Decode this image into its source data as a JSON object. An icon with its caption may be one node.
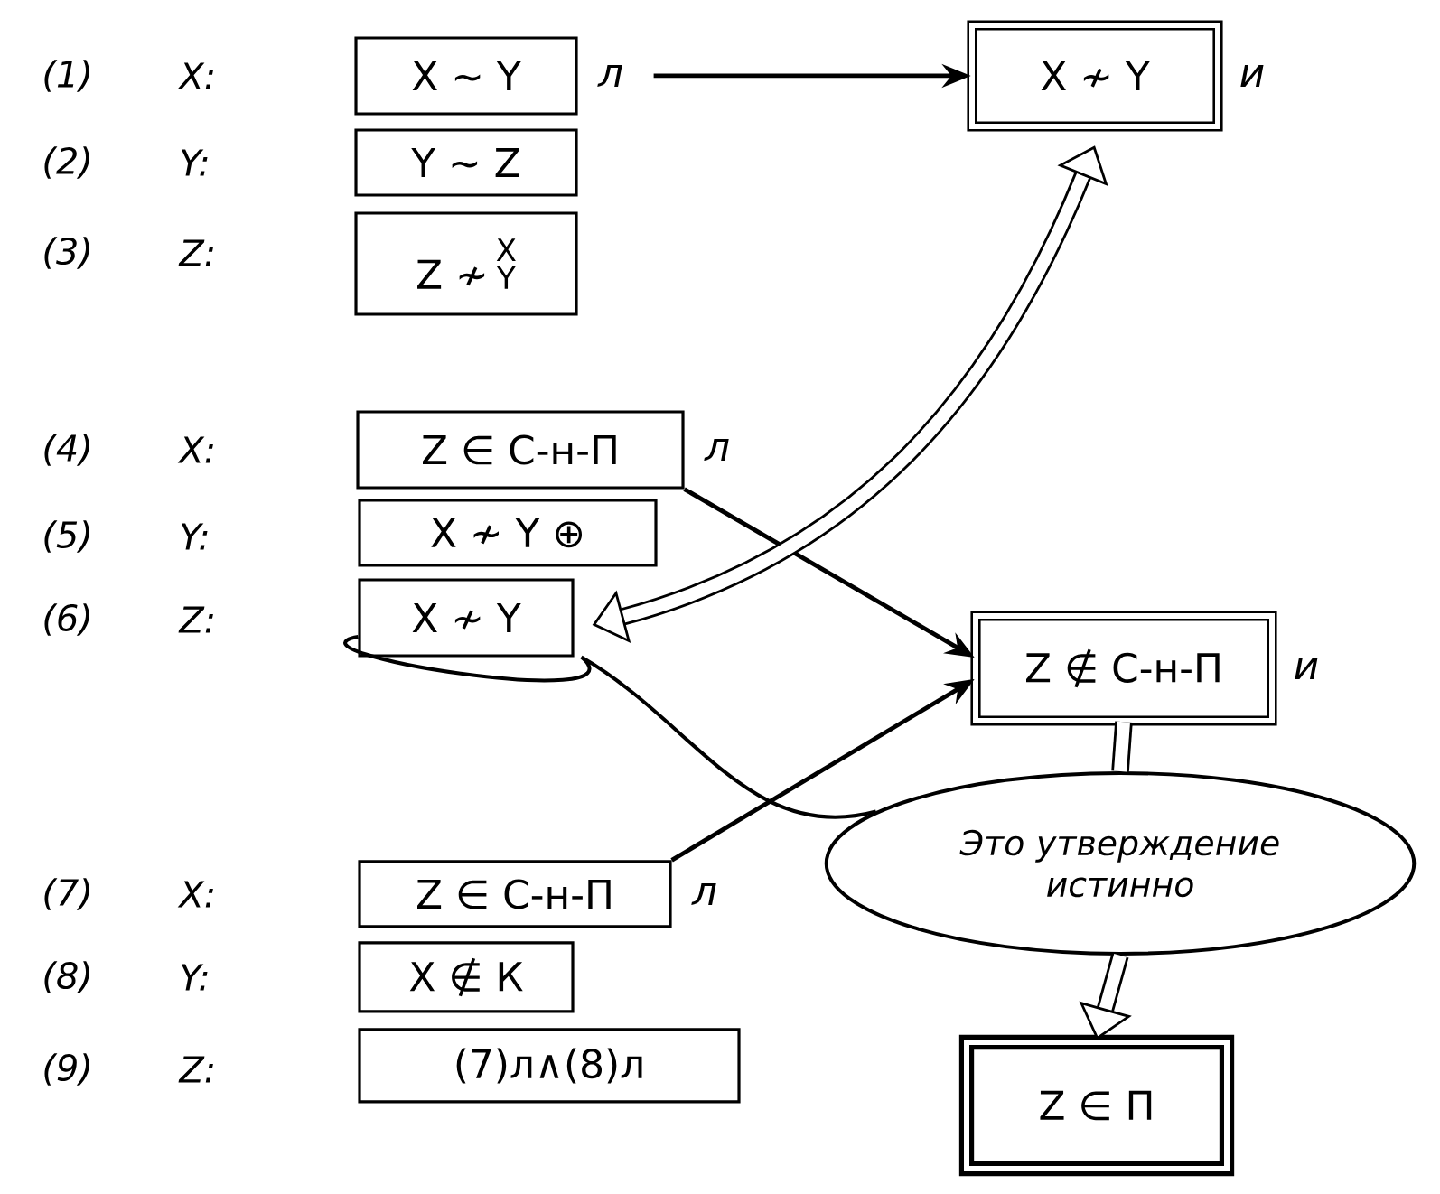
{
  "diagram": {
    "nodes": [
      {
        "text": [
          "X ∼ Y"
        ],
        "beside": [
          "л"
        ]
      },
      {
        "text": [
          "Y ∼ Z"
        ]
      },
      {
        "text": [
          "Z ≁",
          "X",
          "Y"
        ]
      },
      {
        "text": [
          "Z ∈ С-н-П"
        ],
        "beside": [
          "л"
        ]
      },
      {
        "text": [
          "X ≁ Y ⊕"
        ]
      },
      {
        "text": [
          "X ≁ Y"
        ]
      },
      {
        "text": [
          "Z ∈ С-н-П"
        ],
        "beside": [
          "л"
        ]
      },
      {
        "text": [
          "X ∉ К"
        ]
      },
      {
        "text": [
          "(7)л∧(8)л"
        ]
      },
      {
        "text": [
          "X ≁ Y"
        ],
        "beside": [
          "и"
        ]
      },
      {
        "text": [
          "Z ∉ С-н-П"
        ],
        "beside": [
          "и"
        ]
      },
      {
        "text": [
          "Это утверждение истинно"
        ]
      },
      {
        "text": [
          "Z ∈ П"
        ]
      }
    ],
    "edges": [
      {
        "from": 0,
        "to": 9,
        "arrow": "to"
      },
      {
        "from": 3,
        "to": 10,
        "arrow": "to"
      },
      {
        "from": 6,
        "to": 10,
        "arrow": "to"
      },
      {
        "from": 5,
        "to": 9,
        "arrow": "both",
        "style": "thick"
      },
      {
        "from": 10,
        "to": 11,
        "arrow": "none",
        "style": "thick"
      },
      {
        "from": 11,
        "to": 12,
        "arrow": "to",
        "style": "thick"
      },
      {
        "from": 11,
        "to": 5,
        "arrow": "none"
      }
    ],
    "labels": [
      "(1)",
      "X:",
      "(2)",
      "Y:",
      "(3)",
      "Z:",
      "(4)",
      "X:",
      "(5)",
      "Y:",
      "(6)",
      "Z:",
      "(7)",
      "X:",
      "(8)",
      "Y:",
      "(9)",
      "Z:"
    ]
  }
}
